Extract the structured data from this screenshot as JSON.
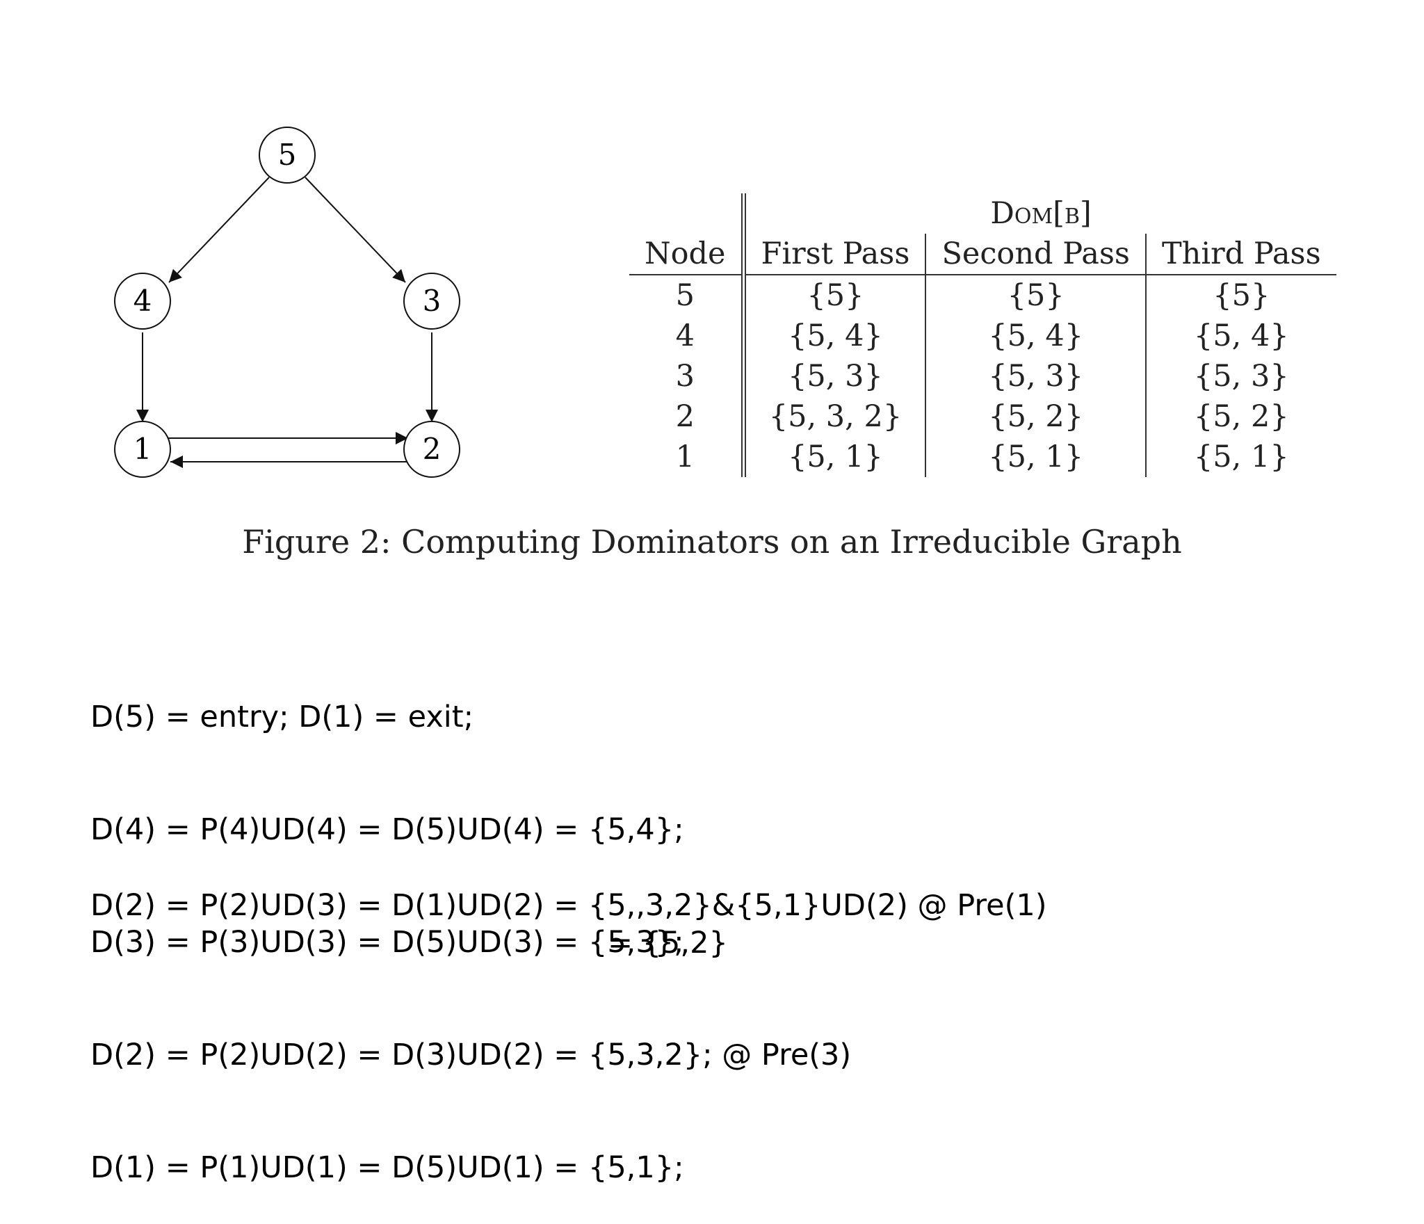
{
  "graph": {
    "nodes": [
      {
        "id": "node-5",
        "label": "5"
      },
      {
        "id": "node-4",
        "label": "4"
      },
      {
        "id": "node-3",
        "label": "3"
      },
      {
        "id": "node-1",
        "label": "1"
      },
      {
        "id": "node-2",
        "label": "2"
      }
    ],
    "edges": [
      {
        "from": "5",
        "to": "4"
      },
      {
        "from": "5",
        "to": "3"
      },
      {
        "from": "4",
        "to": "1"
      },
      {
        "from": "3",
        "to": "2"
      },
      {
        "from": "1",
        "to": "2"
      },
      {
        "from": "2",
        "to": "1"
      }
    ]
  },
  "table": {
    "group_header": "Dom[b]",
    "headers": [
      "Node",
      "First Pass",
      "Second Pass",
      "Third Pass"
    ],
    "rows": [
      [
        "5",
        "{5}",
        "{5}",
        "{5}"
      ],
      [
        "4",
        "{5, 4}",
        "{5, 4}",
        "{5, 4}"
      ],
      [
        "3",
        "{5, 3}",
        "{5, 3}",
        "{5, 3}"
      ],
      [
        "2",
        "{5, 3, 2}",
        "{5, 2}",
        "{5, 2}"
      ],
      [
        "1",
        "{5, 1}",
        "{5, 1}",
        "{5, 1}"
      ]
    ]
  },
  "caption": "Figure 2: Computing Dominators on an Irreducible Graph",
  "equations": [
    "D(5) = entry; D(1) = exit;",
    "D(4) = P(4)UD(4) = D(5)UD(4) = {5,4};",
    "D(3) = P(3)UD(3) = D(5)UD(3) = {5,3};",
    "D(2) = P(2)UD(2) = D(3)UD(2) = {5,3,2}; @ Pre(3)",
    "D(1) = P(1)UD(1) = D(5)UD(1) = {5,1};"
  ],
  "equation_second": "D(2) = P(2)UD(3) = D(1)UD(2) = {5,,3,2}&{5,1}UD(2) @ Pre(1)",
  "equation_second_result": "= {5,2}"
}
